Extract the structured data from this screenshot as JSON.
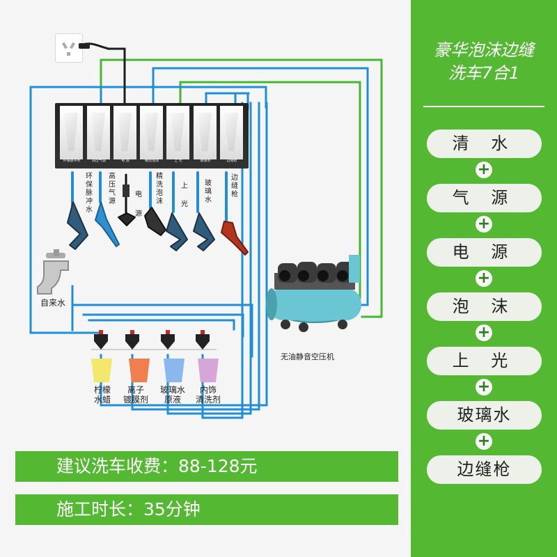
{
  "header": {
    "title_lines": [
      "豪华泡沫边缝",
      "洗车7合1"
    ]
  },
  "features": [
    "清 水",
    "气 源",
    "电 源",
    "泡 沫",
    "上 光",
    "玻璃水",
    "边缝枪"
  ],
  "plus_symbol": "+",
  "panel_labels": [
    "环保脉冲水",
    "高压气源",
    "电 源",
    "精洗泡沫",
    "上 光",
    "玻璃水",
    "边缝枪"
  ],
  "tool_labels": [
    "环保脉冲水",
    "高压气源",
    "电 源",
    "精洗泡沫",
    "上 光",
    "玻璃水",
    "边缝枪"
  ],
  "faucet_label": "自来水",
  "compressor_label": "无油静音空压机",
  "bottle_labels": [
    [
      "柠檬",
      "水蜡"
    ],
    [
      "离子",
      "镀膜剂"
    ],
    [
      "玻璃水",
      "原液"
    ],
    [
      "内饰",
      "清洗剂"
    ]
  ],
  "bottle_colors": [
    "#f4e76e",
    "#f07e4f",
    "#8bb7ef",
    "#d6a6d8"
  ],
  "bottom_bars": [
    "建议洗车收费：88-128元",
    "施工时长：35分钟"
  ],
  "colors": {
    "green": "#55b833",
    "blue_pipe": "#1e8ed8",
    "green_pipe": "#45b82f",
    "black_wire": "#1d1d1d",
    "background": "#f5f5f5"
  }
}
